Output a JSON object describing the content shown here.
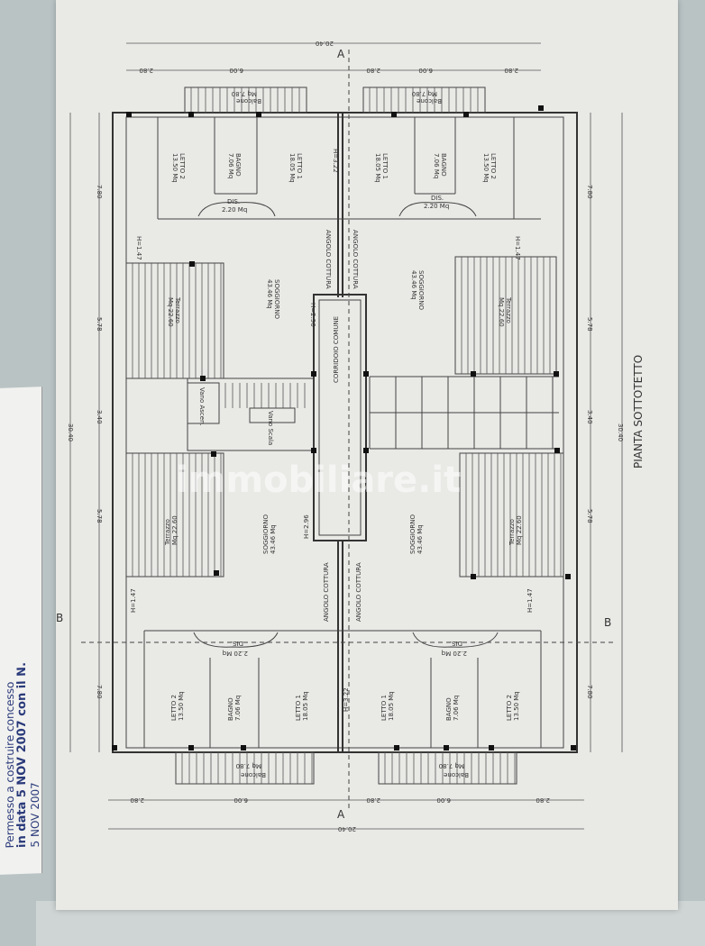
{
  "plan_title": "PIANTA SOTTOTETTO",
  "watermark": "immobiliare.it",
  "section_markers": {
    "a": "A",
    "b": "B"
  },
  "rooms": {
    "letto2": "LETTO 2",
    "letto2_area": "13.50 Mq",
    "bagno": "BAGNO",
    "bagno_area": "7.06 Mq",
    "letto1": "LETTO 1",
    "letto1_area": "18.05 Mq",
    "dis": "DIS.",
    "dis_area": "2.20 Mq",
    "soggiorno": "SOGGIORNO",
    "soggiorno_area": "43.46 Mq",
    "angolo": "ANGOLO COTTURA",
    "terrazzo": "Terrazzo",
    "terrazzo_area": "Mq 22.60",
    "balcone": "Balcone",
    "balcone_area": "Mq 7.80",
    "corridoio": "CORRIDOIO COMUNE",
    "vano_ascen": "Vano Ascen.",
    "vano_scala": "Vano Scala"
  },
  "heights": {
    "h147": "H=1.47",
    "h322": "H=3.22",
    "h296": "H=2.96"
  },
  "dimensions": {
    "horizontal": [
      "2.80",
      "6.00",
      "2.80",
      "6.00",
      "2.80"
    ],
    "horizontal_total": "20.40",
    "vertical": [
      "7.80",
      "5.78",
      "3.40",
      "5.78",
      "7.80"
    ],
    "vertical_total": "30.40"
  },
  "stamp": {
    "line1": "Permesso a costruire concesso",
    "line2": "in data 5 NOV 2007 con il N.",
    "line3": "5 NOV 2007"
  }
}
